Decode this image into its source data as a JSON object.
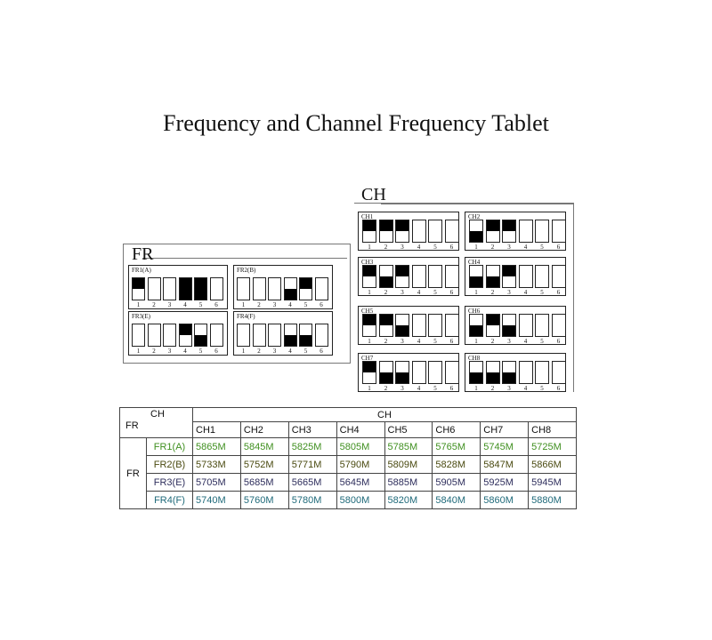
{
  "title": "Frequency and Channel Frequency Tablet",
  "fr_panel": {
    "label": "FR",
    "switches": [
      {
        "name": "FR1(A)",
        "states": [
          "up",
          "off",
          "off",
          "full",
          "full",
          "off"
        ]
      },
      {
        "name": "FR2(B)",
        "states": [
          "off",
          "off",
          "off",
          "down",
          "up",
          "off"
        ]
      },
      {
        "name": "FR3(E)",
        "states": [
          "off",
          "off",
          "off",
          "up",
          "down",
          "off"
        ]
      },
      {
        "name": "FR4(F)",
        "states": [
          "off",
          "off",
          "off",
          "down",
          "down",
          "off"
        ]
      }
    ]
  },
  "ch_panel": {
    "label": "CH",
    "switches": [
      {
        "name": "CH1",
        "states": [
          "up",
          "up",
          "up",
          "off",
          "off",
          "off"
        ]
      },
      {
        "name": "CH2",
        "states": [
          "down",
          "up",
          "up",
          "off",
          "off",
          "off"
        ]
      },
      {
        "name": "CH3",
        "states": [
          "up",
          "down",
          "up",
          "off",
          "off",
          "off"
        ]
      },
      {
        "name": "CH4",
        "states": [
          "down",
          "down",
          "up",
          "off",
          "off",
          "off"
        ]
      },
      {
        "name": "CH5",
        "states": [
          "up",
          "up",
          "down",
          "off",
          "off",
          "off"
        ]
      },
      {
        "name": "CH6",
        "states": [
          "down",
          "up",
          "down",
          "off",
          "off",
          "off"
        ]
      },
      {
        "name": "CH7",
        "states": [
          "up",
          "down",
          "down",
          "off",
          "off",
          "off"
        ]
      },
      {
        "name": "CH8",
        "states": [
          "down",
          "down",
          "down",
          "off",
          "off",
          "off"
        ]
      }
    ]
  },
  "switch_numbers": [
    "1",
    "2",
    "3",
    "4",
    "5",
    "6"
  ],
  "table": {
    "corner_ch": "CH",
    "corner_fr": "FR",
    "ch_header": "CH",
    "fr_side": "FR",
    "columns": [
      "CH1",
      "CH2",
      "CH3",
      "CH4",
      "CH5",
      "CH6",
      "CH7",
      "CH8"
    ],
    "rows": [
      {
        "label": "FR1(A)",
        "color": "#3f8f1f",
        "values": [
          "5865M",
          "5845M",
          "5825M",
          "5805M",
          "5785M",
          "5765M",
          "5745M",
          "5725M"
        ]
      },
      {
        "label": "FR2(B)",
        "color": "#4a4a10",
        "values": [
          "5733M",
          "5752M",
          "5771M",
          "5790M",
          "5809M",
          "5828M",
          "5847M",
          "5866M"
        ]
      },
      {
        "label": "FR3(E)",
        "color": "#2e2e5c",
        "values": [
          "5705M",
          "5685M",
          "5665M",
          "5645M",
          "5885M",
          "5905M",
          "5925M",
          "5945M"
        ]
      },
      {
        "label": "FR4(F)",
        "color": "#1f6a7a",
        "values": [
          "5740M",
          "5760M",
          "5780M",
          "5800M",
          "5820M",
          "5840M",
          "5860M",
          "5880M"
        ]
      }
    ]
  }
}
